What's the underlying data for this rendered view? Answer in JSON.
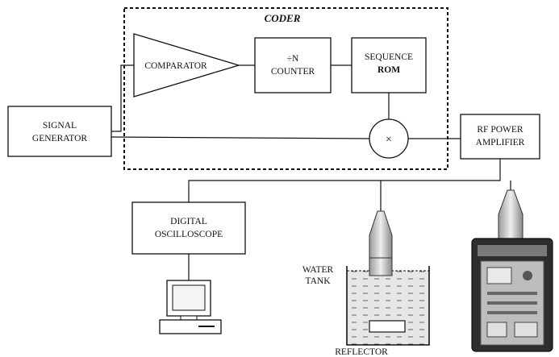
{
  "coder": {
    "title": "CODER"
  },
  "comparator": {
    "label": "COMPARATOR"
  },
  "counter": {
    "line1": "÷N",
    "line2": "COUNTER"
  },
  "sequence_rom": {
    "line1": "SEQUENCE",
    "line2": "ROM"
  },
  "multiplier": {
    "symbol": "×"
  },
  "signal_generator": {
    "line1": "SIGNAL",
    "line2": "GENERATOR"
  },
  "rf_amplifier": {
    "line1": "RF POWER",
    "line2": "AMPLIFIER"
  },
  "oscilloscope": {
    "line1": "DIGITAL",
    "line2": "OSCILLOSCOPE"
  },
  "water_tank": {
    "line1": "WATER",
    "line2": "TANK"
  },
  "reflector": {
    "label": "REFLECTOR"
  },
  "colors": {
    "line": "#111111",
    "water": "#dcdcdc",
    "probe": "#c9c9c9"
  }
}
